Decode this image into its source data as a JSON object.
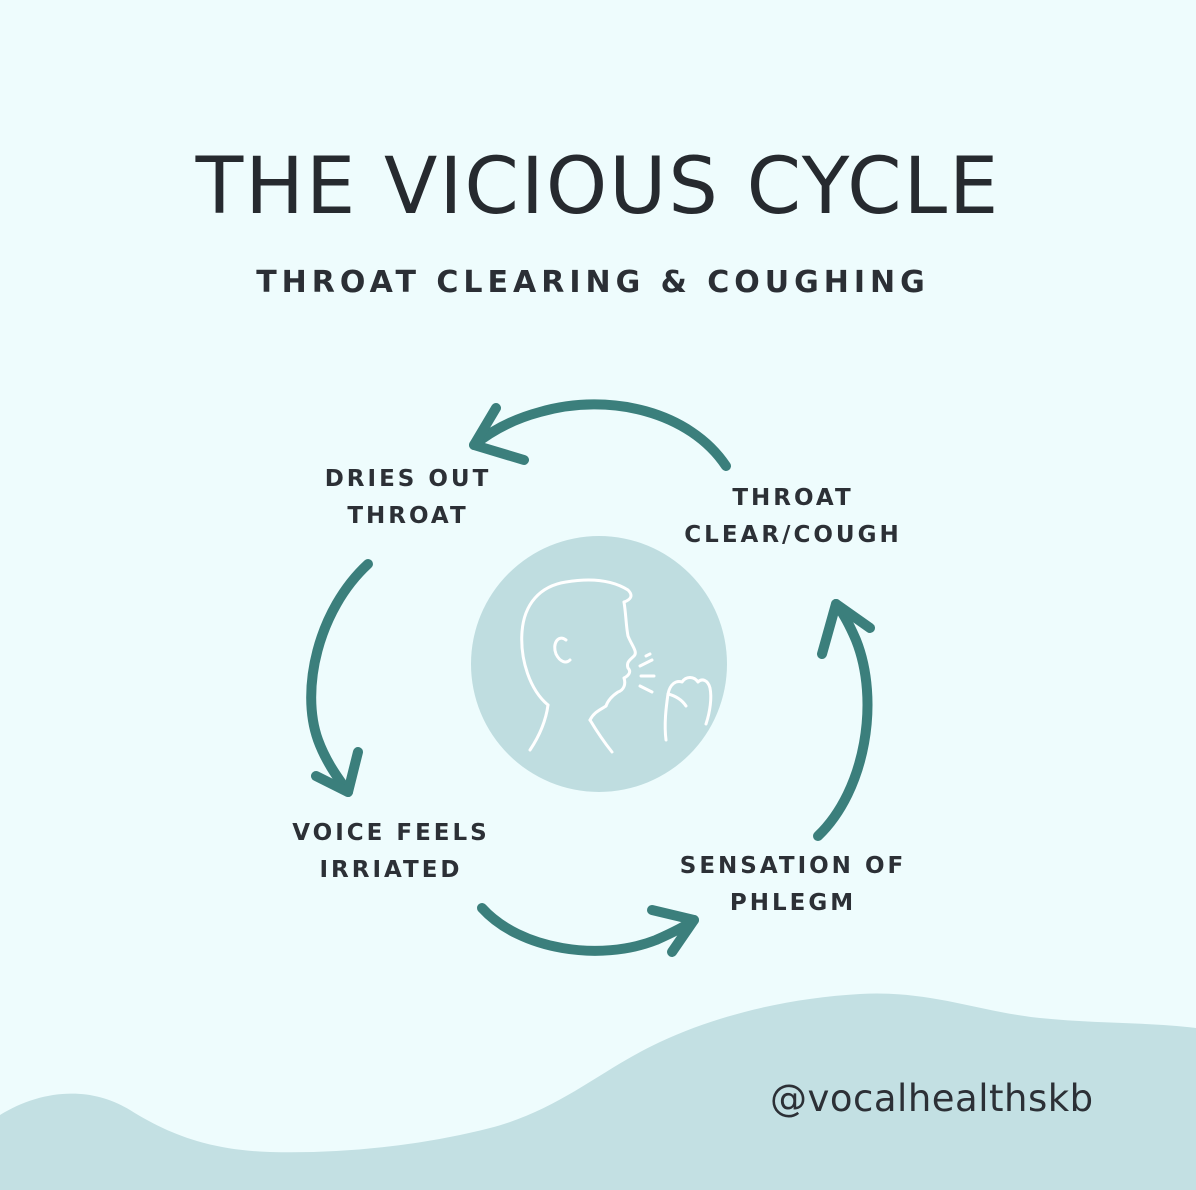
{
  "title": "THE VICIOUS CYCLE",
  "subtitle": "THROAT CLEARING & COUGHING",
  "cycle": {
    "steps": [
      {
        "line1": "THROAT",
        "line2": "CLEAR/COUGH"
      },
      {
        "line1": "DRIES OUT",
        "line2": "THROAT"
      },
      {
        "line1": "VOICE FEELS",
        "line2": "IRRIATED"
      },
      {
        "line1": "SENSATION OF",
        "line2": "PHLEGM"
      }
    ]
  },
  "center_icon": "person-coughing-icon",
  "handle": "@vocalhealthskb",
  "colors": {
    "background": "#eefcfd",
    "arrow": "#3b7f7c",
    "circle": "#bfdde0",
    "wave": "#c3e0e3",
    "text": "#2c3036"
  }
}
